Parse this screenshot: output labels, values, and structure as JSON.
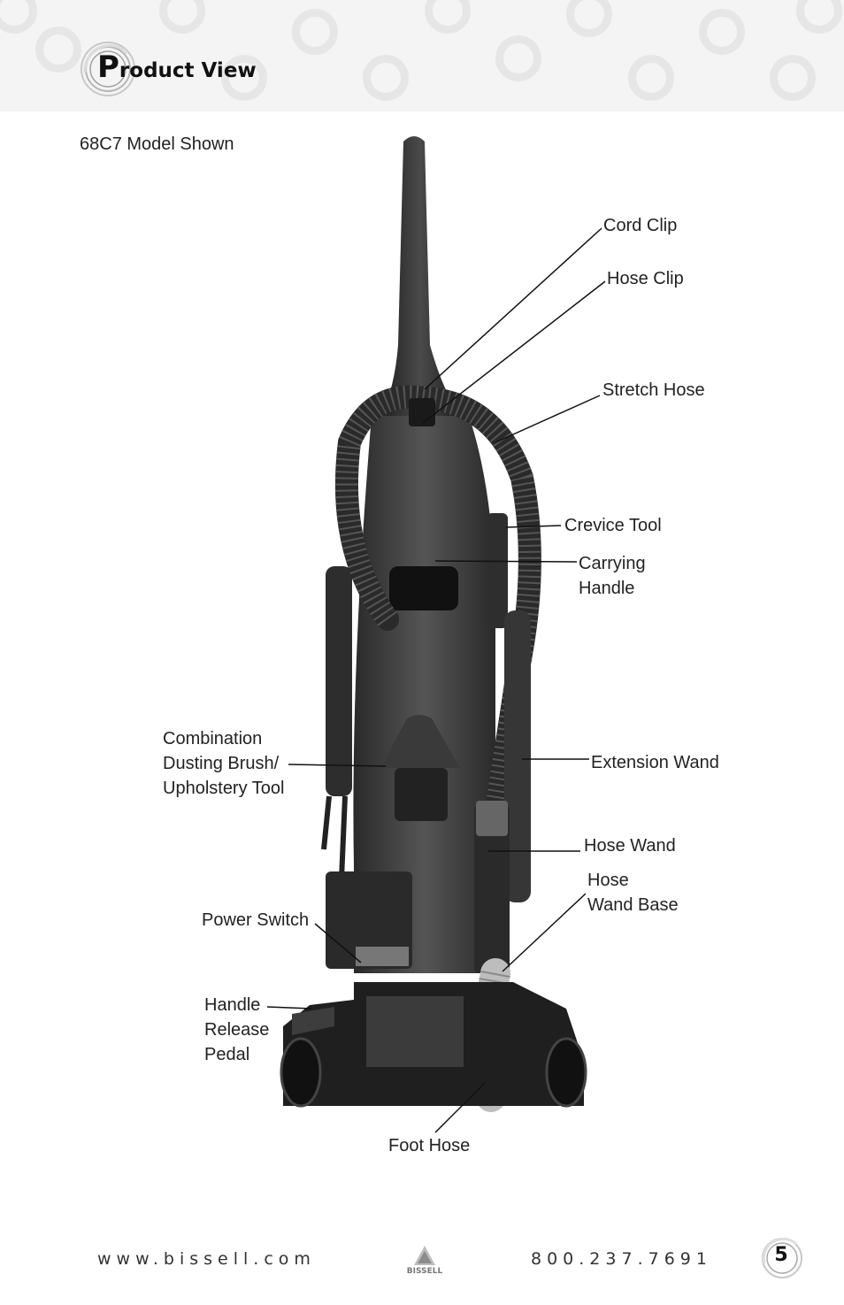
{
  "header": {
    "title_initial": "P",
    "title_rest": "roduct View"
  },
  "caption": "68C7 Model Shown",
  "labels": {
    "cord_clip": "Cord Clip",
    "hose_clip": "Hose Clip",
    "stretch_hose": "Stretch Hose",
    "crevice_tool": "Crevice Tool",
    "carrying_handle_1": "Carrying",
    "carrying_handle_2": "Handle",
    "combo_tool_1": "Combination",
    "combo_tool_2": "Dusting Brush/",
    "combo_tool_3": "Upholstery Tool",
    "extension_wand": "Extension Wand",
    "hose_wand": "Hose Wand",
    "hose_wand_base_1": "Hose",
    "hose_wand_base_2": "Wand Base",
    "power_switch": "Power Switch",
    "handle_release_1": "Handle",
    "handle_release_2": "Release",
    "handle_release_3": "Pedal",
    "foot_hose": "Foot Hose"
  },
  "footer": {
    "url": "www.bissell.com",
    "logo_text": "BISSELL",
    "phone": "800.237.7691",
    "page_number": "5"
  }
}
